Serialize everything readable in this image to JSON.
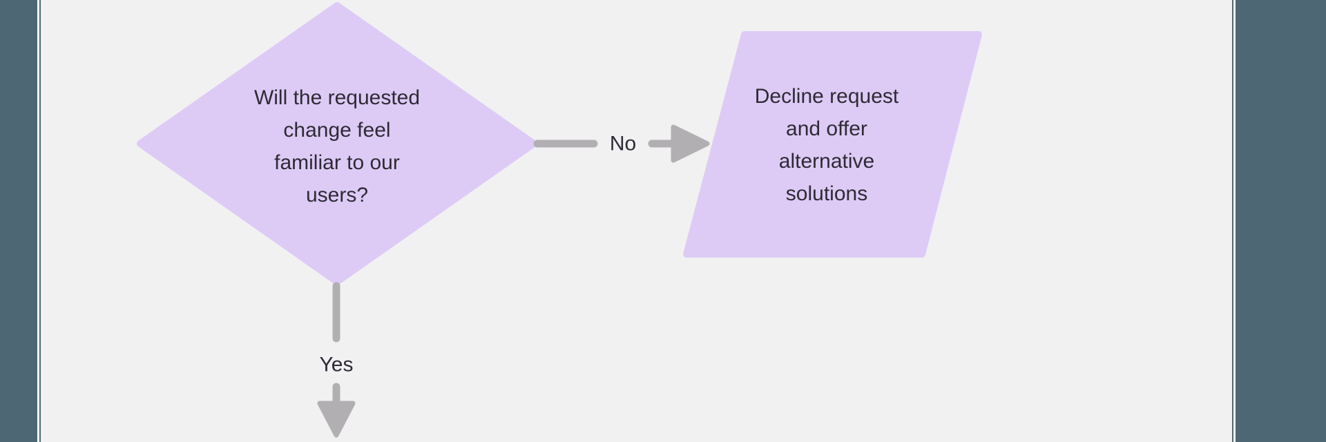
{
  "frame": {
    "background_color": "#f2f1f2",
    "edge_bar_color": "#4d6874",
    "edge_gap_color": "#ffffff"
  },
  "flowchart": {
    "node_fill": "#ddcbf6",
    "connector_color": "#b2afb3",
    "text_color": "#2e2a35",
    "decision": {
      "shape": "diamond",
      "label": "Will the requested\nchange feel\nfamiliar to our\nusers?"
    },
    "outcome": {
      "shape": "parallelogram",
      "label": "Decline request\nand offer\nalternative\nsolutions"
    },
    "edges": {
      "no": {
        "label": "No"
      },
      "yes": {
        "label": "Yes"
      }
    }
  }
}
